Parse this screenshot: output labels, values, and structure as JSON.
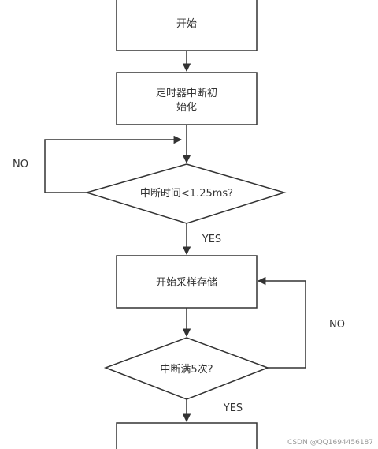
{
  "diagram": {
    "nodes": {
      "start": {
        "text": "开始"
      },
      "timer_init": {
        "line1": "定时器中断初",
        "line2": "始化"
      },
      "decision_time": {
        "text": "中断时间<1.25ms?"
      },
      "sample_store": {
        "text": "开始采样存储"
      },
      "decision_count": {
        "text": "中断满5次?"
      }
    },
    "edges": {
      "no_1": "NO",
      "yes_1": "YES",
      "no_2": "NO",
      "yes_2": "YES"
    },
    "colors": {
      "stroke": "#333333",
      "text": "#333333",
      "background": "#ffffff"
    }
  },
  "watermark": "CSDN @QQ1694456187"
}
